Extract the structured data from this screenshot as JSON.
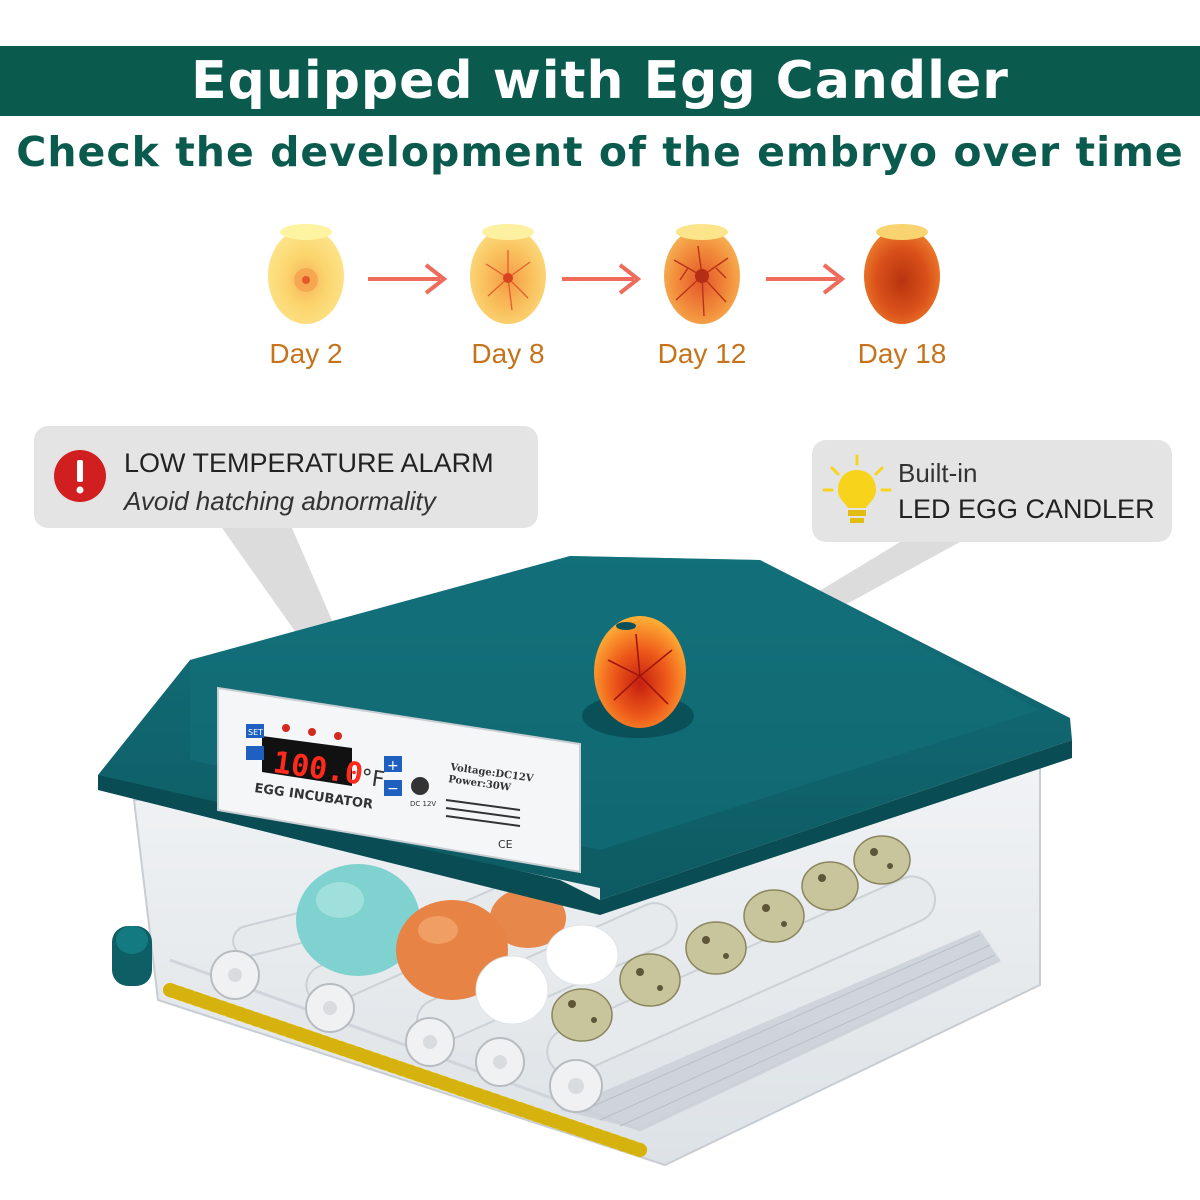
{
  "header": {
    "title": "Equipped with Egg Candler",
    "subtitle": "Check the development of the embryo over time"
  },
  "stages": [
    {
      "label": "Day 2"
    },
    {
      "label": "Day 8"
    },
    {
      "label": "Day 12"
    },
    {
      "label": "Day 18"
    }
  ],
  "callouts": {
    "alarm": {
      "title": "LOW TEMPERATURE ALARM",
      "text": "Avoid hatching abnormality",
      "icon": "exclamation-icon"
    },
    "candler": {
      "line1": "Built-in",
      "line2": "LED EGG CANDLER",
      "icon": "lightbulb-icon"
    }
  },
  "control_panel": {
    "display": "100.0",
    "unit": "°F",
    "set_label": "SET",
    "plus_label": "+",
    "minus_label": "−",
    "brand": "EGG  INCUBATOR",
    "voltage": "Voltage:DC12V",
    "power": "Power:30W",
    "dc_label": "DC 12V",
    "cert_marks": "CE"
  },
  "colors": {
    "banner": "#0b5a4e",
    "day_label": "#c6731c",
    "arrow": "#ef6b5c",
    "incubator": "#0e5f65",
    "alarm_icon": "#d11f1f",
    "bulb": "#f7d31c"
  }
}
